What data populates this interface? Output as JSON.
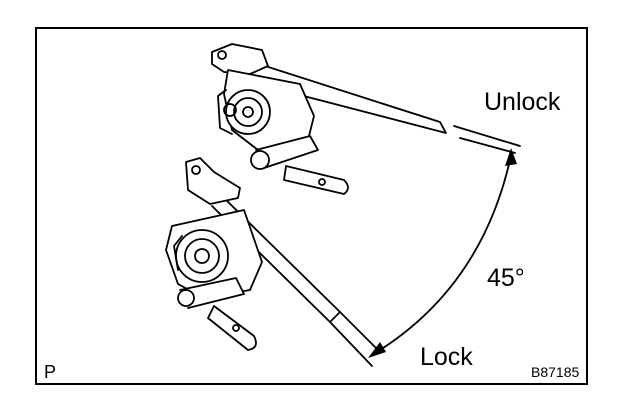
{
  "labels": {
    "unlock": "Unlock",
    "lock": "Lock",
    "angle": "45°",
    "view_code": "P",
    "figure_code": "B87185"
  },
  "colors": {
    "line": "#000000",
    "fill": "#ffffff"
  }
}
